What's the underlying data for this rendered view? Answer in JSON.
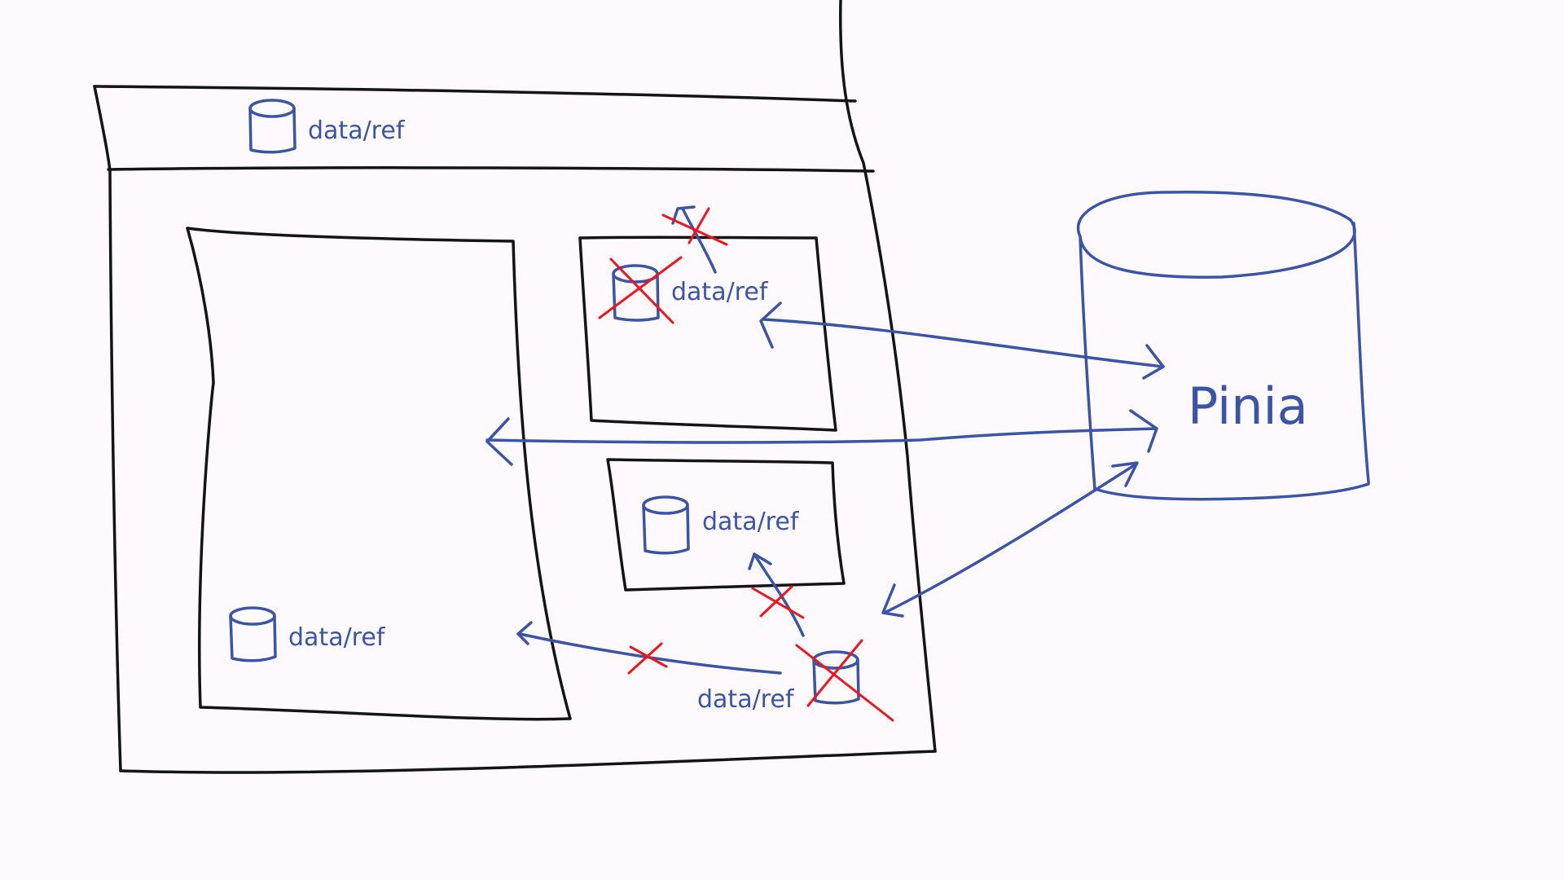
{
  "colors": {
    "background": "#fdf9fd",
    "ink": "#141414",
    "blue": "#3a55a6",
    "red": "#f0141e"
  },
  "labels": {
    "header_state": "data/ref",
    "top_right_state": "data/ref",
    "middle_right_state": "data/ref",
    "left_panel_state": "data/ref",
    "bottom_state": "data/ref",
    "store": "Pinia"
  },
  "icons": {
    "state": "database-cylinder-icon",
    "rejected": "red-cross-icon"
  }
}
